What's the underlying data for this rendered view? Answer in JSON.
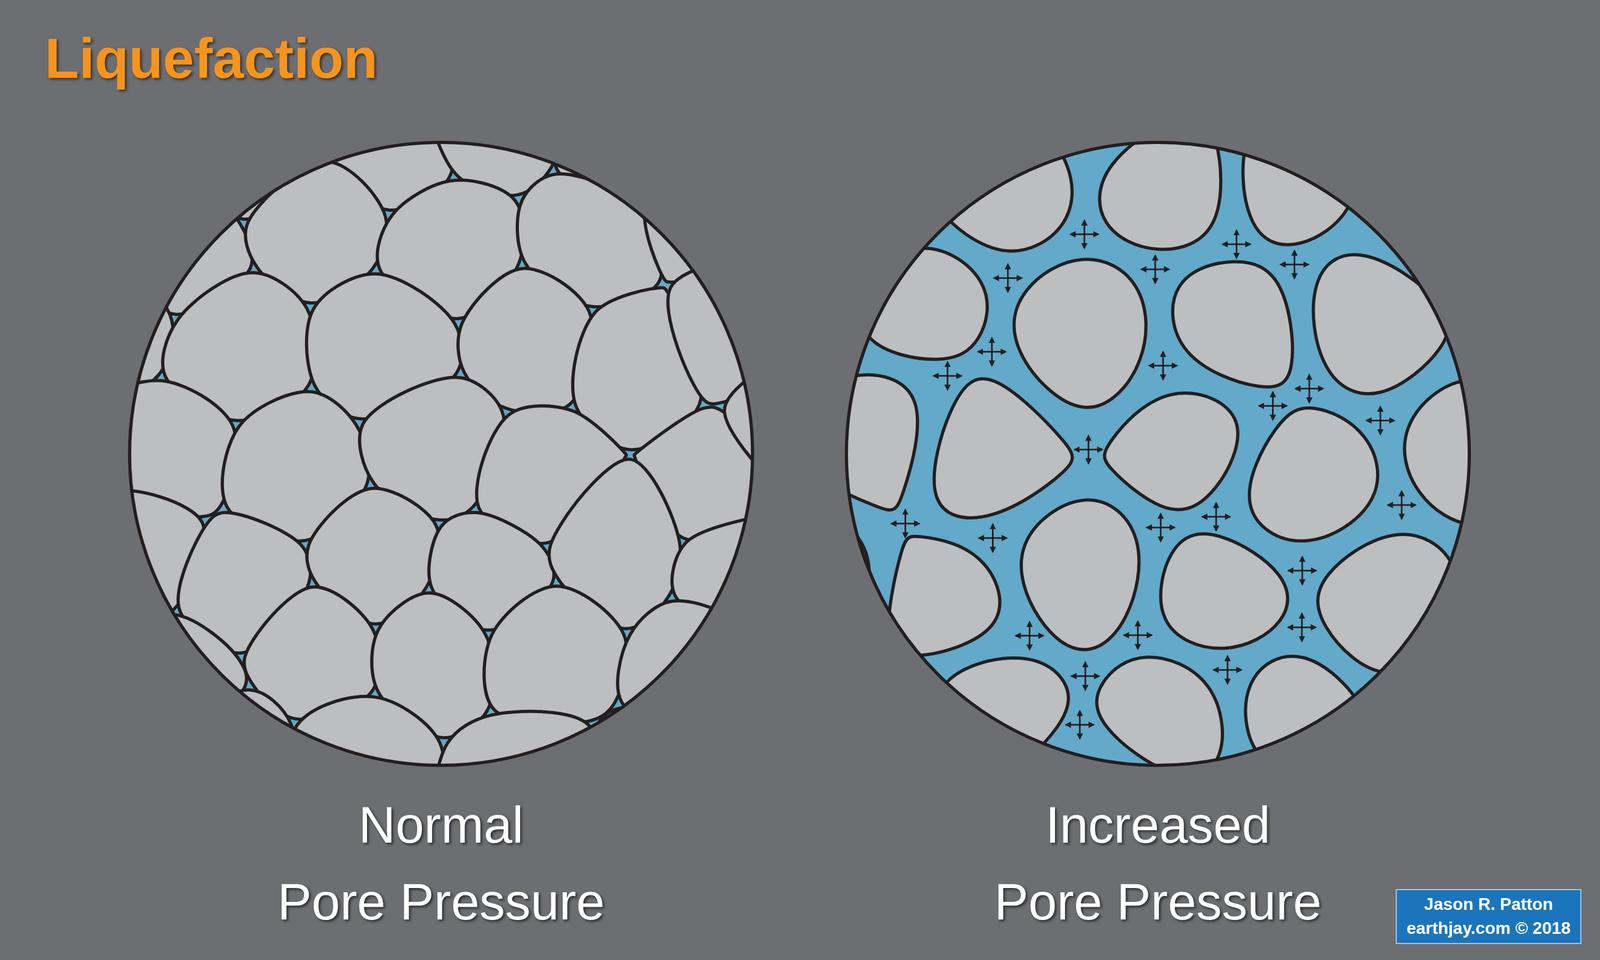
{
  "diagram": {
    "title": "Liquefaction",
    "nodes": [
      {
        "text": [
          "Normal Pore Pressure"
        ]
      },
      {
        "text": [
          "Increased Pore Pressure"
        ]
      },
      {
        "text": [
          "Jason R. Patton",
          "earthjay.com © 2018"
        ]
      }
    ]
  }
}
